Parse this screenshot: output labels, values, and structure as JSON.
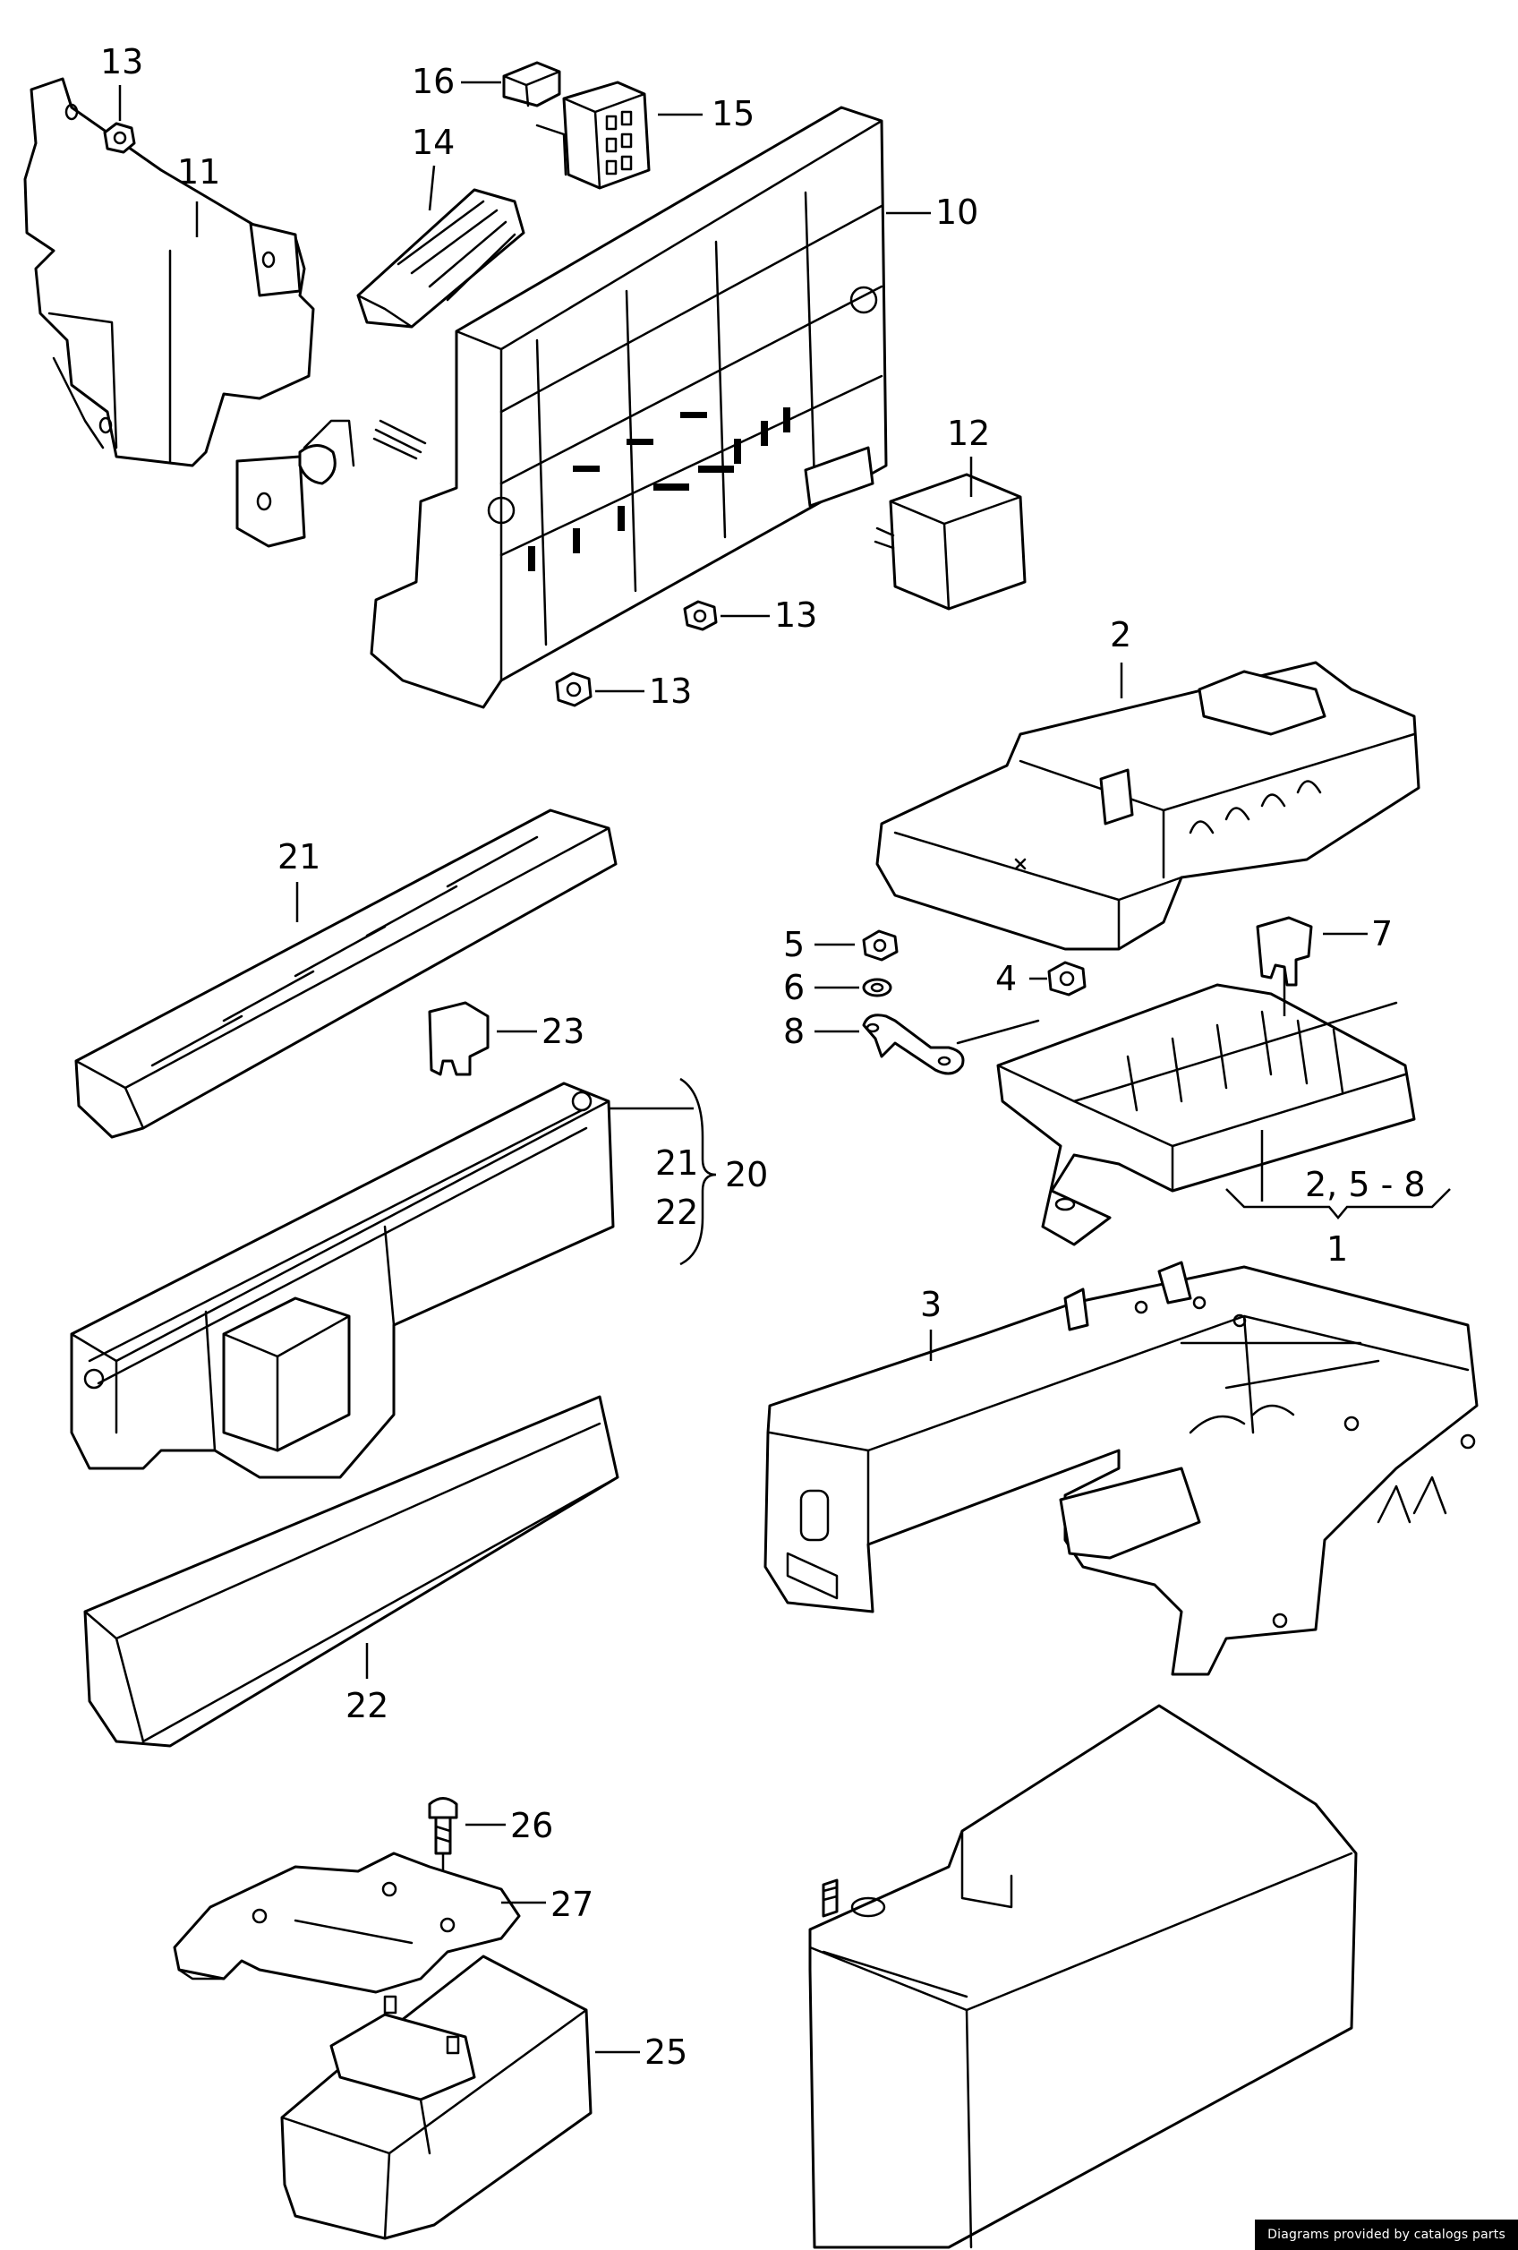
{
  "diagram": {
    "callouts": [
      {
        "id": "c13a",
        "label": "13"
      },
      {
        "id": "c11",
        "label": "11"
      },
      {
        "id": "c16",
        "label": "16"
      },
      {
        "id": "c15",
        "label": "15"
      },
      {
        "id": "c14",
        "label": "14"
      },
      {
        "id": "c10",
        "label": "10"
      },
      {
        "id": "c12",
        "label": "12"
      },
      {
        "id": "c13b",
        "label": "13"
      },
      {
        "id": "c13c",
        "label": "13"
      },
      {
        "id": "c2",
        "label": "2"
      },
      {
        "id": "c21a",
        "label": "21"
      },
      {
        "id": "c23",
        "label": "23"
      },
      {
        "id": "c21b",
        "label": "21"
      },
      {
        "id": "c22a",
        "label": "22"
      },
      {
        "id": "c20",
        "label": "20"
      },
      {
        "id": "c5",
        "label": "5"
      },
      {
        "id": "c6",
        "label": "6"
      },
      {
        "id": "c8",
        "label": "8"
      },
      {
        "id": "c4",
        "label": "4"
      },
      {
        "id": "c7",
        "label": "7"
      },
      {
        "id": "c258",
        "label": "2, 5 - 8"
      },
      {
        "id": "c1",
        "label": "1"
      },
      {
        "id": "c3",
        "label": "3"
      },
      {
        "id": "c22b",
        "label": "22"
      },
      {
        "id": "c26",
        "label": "26"
      },
      {
        "id": "c27",
        "label": "27"
      },
      {
        "id": "c25",
        "label": "25"
      }
    ]
  },
  "credit": "Diagrams provided by catalogs parts"
}
